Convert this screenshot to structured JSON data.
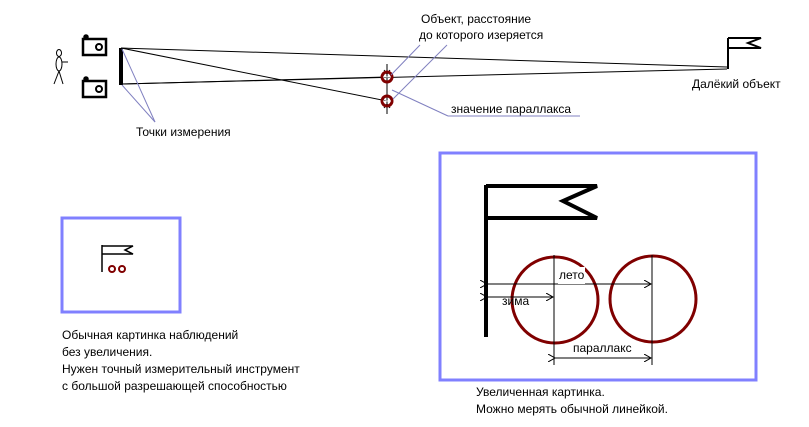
{
  "top": {
    "object_label_line1": "Объект, расстояние",
    "object_label_line2": "до которого изеряется",
    "far_object_label": "Далёкий объект",
    "parallax_value_label": "значение параллакса",
    "measure_points_label": "Точки измерения"
  },
  "small_view": {
    "caption": [
      "Обычная картинка наблюдений",
      "без увеличения.",
      "Нужен точный измерительный инструмент",
      "с большой разрешающей способностью"
    ]
  },
  "large_view": {
    "summer_label": "лето",
    "winter_label": "зима",
    "parallax_label": "параллакс",
    "caption": [
      "Увеличенная картинка.",
      "Можно мерять обычной линейкой."
    ]
  },
  "colors": {
    "frame": "#8080ff",
    "circle": "#800000",
    "pointer": "#8080c0"
  }
}
